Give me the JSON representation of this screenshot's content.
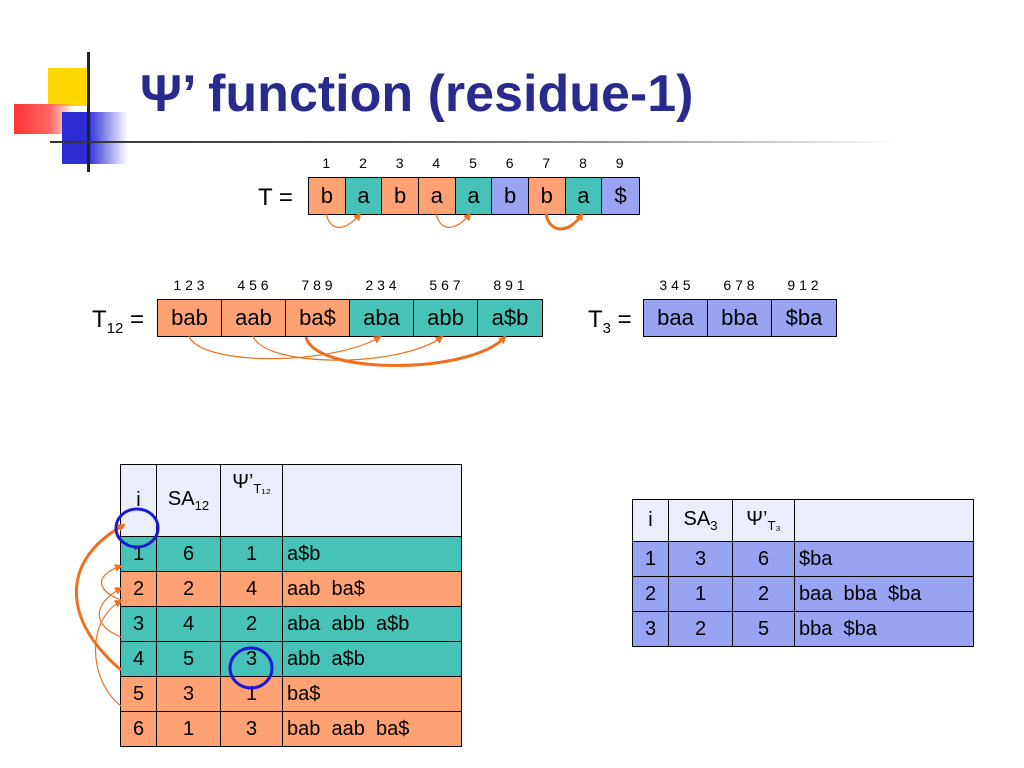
{
  "title": "Ψ’ function (residue-1)",
  "T": {
    "label": "T =",
    "indices": [
      "1",
      "2",
      "3",
      "4",
      "5",
      "6",
      "7",
      "8",
      "9"
    ],
    "cells": [
      {
        "text": "b",
        "color": "orange"
      },
      {
        "text": "a",
        "color": "teal"
      },
      {
        "text": "b",
        "color": "orange"
      },
      {
        "text": "a",
        "color": "orange"
      },
      {
        "text": "a",
        "color": "teal"
      },
      {
        "text": "b",
        "color": "blue"
      },
      {
        "text": "b",
        "color": "orange"
      },
      {
        "text": "a",
        "color": "teal"
      },
      {
        "text": "$",
        "color": "blue"
      }
    ]
  },
  "T12": {
    "label_main": "T",
    "label_sub": "12",
    "label_eq": " =",
    "indices": [
      "1 2 3",
      "4 5 6",
      "7 8 9",
      "2 3 4",
      "5 6 7",
      "8 9 1"
    ],
    "cells": [
      {
        "text": "bab",
        "color": "orange"
      },
      {
        "text": "aab",
        "color": "orange"
      },
      {
        "text": "ba$",
        "color": "orange"
      },
      {
        "text": "aba",
        "color": "teal"
      },
      {
        "text": "abb",
        "color": "teal"
      },
      {
        "text": "a$b",
        "color": "teal"
      }
    ]
  },
  "T3": {
    "label_main": "T",
    "label_sub": "3",
    "label_eq": " =",
    "indices": [
      "3 4 5",
      "6 7 8",
      "9 1 2"
    ],
    "cells": [
      {
        "text": "baa",
        "color": "blue"
      },
      {
        "text": "bba",
        "color": "blue"
      },
      {
        "text": "$ba",
        "color": "blue"
      }
    ]
  },
  "table12": {
    "headers": {
      "i": "i",
      "sa_main": "SA",
      "sa_sub": "12",
      "psi_main": "Ψ’",
      "psi_sub": "T₁₂"
    },
    "rows": [
      {
        "i": "1",
        "sa": "6",
        "psi": "1",
        "text": "a$b",
        "color": "teal"
      },
      {
        "i": "2",
        "sa": "2",
        "psi": "4",
        "text": "aab  ba$",
        "color": "orange"
      },
      {
        "i": "3",
        "sa": "4",
        "psi": "2",
        "text": "aba  abb  a$b",
        "color": "teal"
      },
      {
        "i": "4",
        "sa": "5",
        "psi": "3",
        "text": "abb  a$b",
        "color": "teal"
      },
      {
        "i": "5",
        "sa": "3",
        "psi": "1",
        "text": "ba$",
        "color": "orange"
      },
      {
        "i": "6",
        "sa": "1",
        "psi": "3",
        "text": "bab  aab  ba$",
        "color": "orange"
      }
    ]
  },
  "table3": {
    "headers": {
      "i": "i",
      "sa_main": "SA",
      "sa_sub": "3",
      "psi_main": "Ψ’",
      "psi_sub": "T₃"
    },
    "rows": [
      {
        "i": "1",
        "sa": "3",
        "psi": "6",
        "text": "$ba",
        "color": "blue"
      },
      {
        "i": "2",
        "sa": "1",
        "psi": "2",
        "text": "baa  bba  $ba",
        "color": "blue"
      },
      {
        "i": "3",
        "sa": "2",
        "psi": "5",
        "text": "bba  $ba",
        "color": "blue"
      }
    ]
  },
  "colors": {
    "orange": "#ffa273",
    "teal": "#46c2b8",
    "blue": "#98a3f2",
    "header": "#eaeefb",
    "arrow": "#f07020",
    "circle": "#1a1ad6",
    "title": "#2a2a8e"
  }
}
